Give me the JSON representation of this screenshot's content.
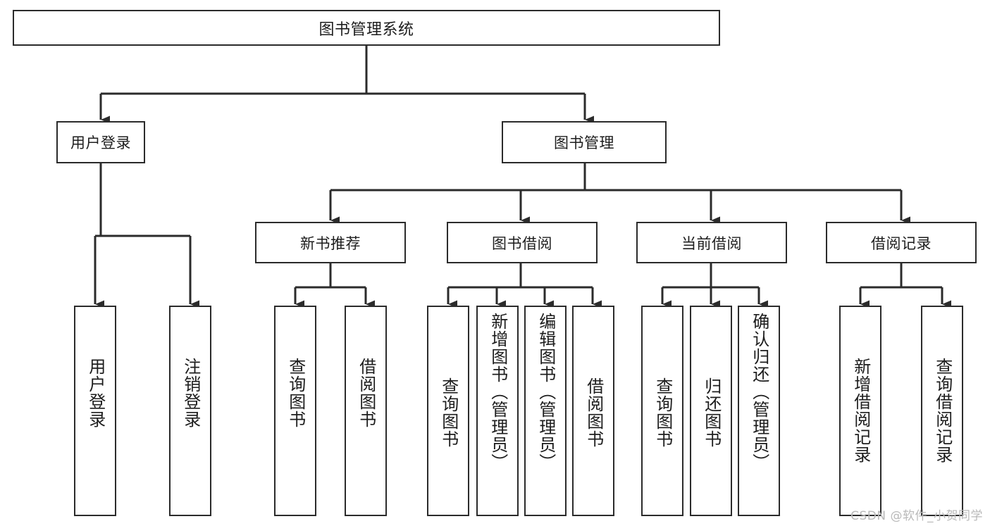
{
  "diagram": {
    "title": "图书管理系统",
    "watermark": "CSDN @软件_小贺同学",
    "colors": {
      "box_border": "#2b2b2b",
      "edge": "#2b2b2b",
      "background": "#ffffff",
      "watermark": "#b9b9b9"
    },
    "root": {
      "label": "图书管理系统"
    },
    "level2": [
      {
        "label": "用户登录"
      },
      {
        "label": "图书管理"
      }
    ],
    "level3": [
      {
        "label": "新书推荐"
      },
      {
        "label": "图书借阅"
      },
      {
        "label": "当前借阅"
      },
      {
        "label": "借阅记录"
      }
    ],
    "leaves": {
      "user_login": [
        {
          "label": "用户登录"
        },
        {
          "label": "注销登录"
        }
      ],
      "new_book_recommend": [
        {
          "label": "查询图书"
        },
        {
          "label": "借阅图书"
        }
      ],
      "book_borrow": [
        {
          "label": "查询图书"
        },
        {
          "label": "新增图书（管理员）"
        },
        {
          "label": "编辑图书（管理员）"
        },
        {
          "label": "借阅图书"
        }
      ],
      "current_borrow": [
        {
          "label": "查询图书"
        },
        {
          "label": "归还图书"
        },
        {
          "label": "确认归还（管理员）"
        }
      ],
      "borrow_record": [
        {
          "label": "新增借阅记录"
        },
        {
          "label": "查询借阅记录"
        }
      ]
    }
  }
}
